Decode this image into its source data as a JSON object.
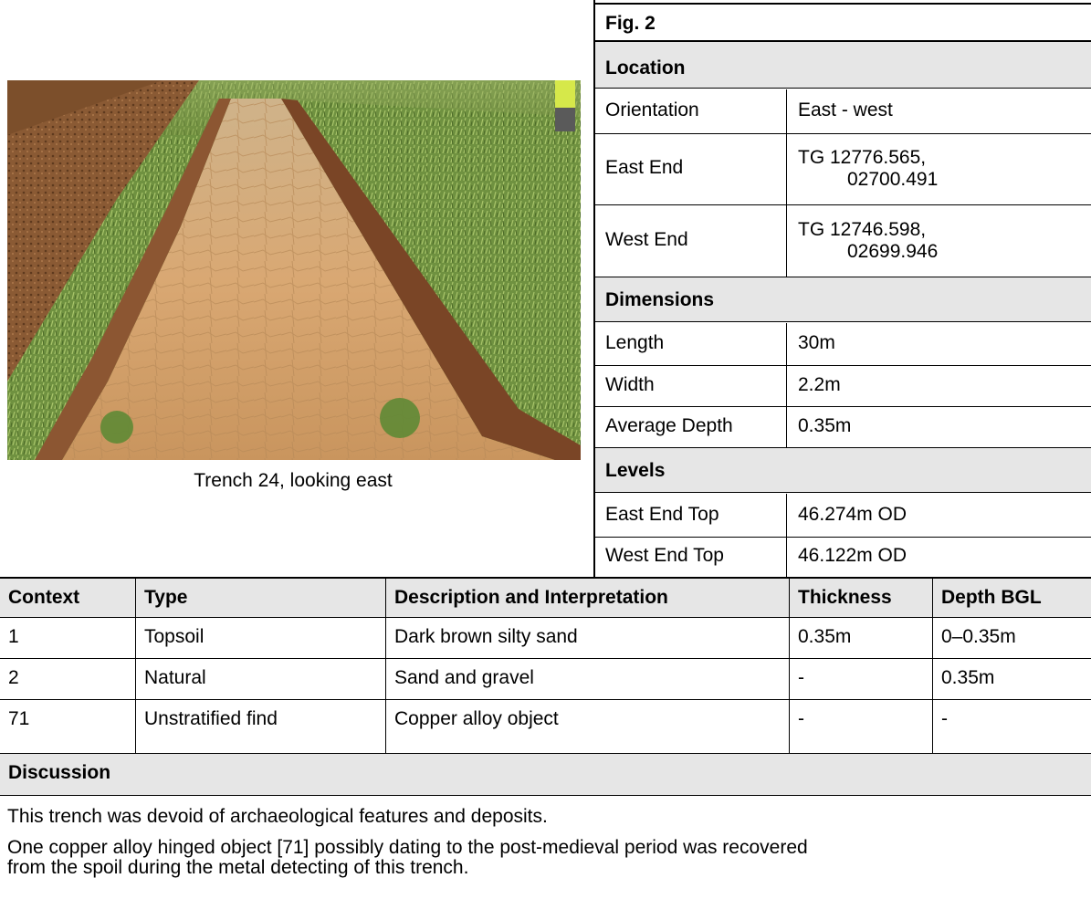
{
  "figure": {
    "caption": "Trench 24, looking east"
  },
  "info": {
    "fig_label": "Fig. 2",
    "location_header": "Location",
    "orientation_label": "Orientation",
    "orientation_value": "East - west",
    "east_end_label": "East End",
    "east_end_value_1": "TG 12776.565,",
    "east_end_value_2": "02700.491",
    "west_end_label": "West End",
    "west_end_value_1": "TG 12746.598,",
    "west_end_value_2": "02699.946",
    "dimensions_header": "Dimensions",
    "length_label": "Length",
    "length_value": "30m",
    "width_label": "Width",
    "width_value": "2.2m",
    "avg_depth_label": "Average Depth",
    "avg_depth_value": "0.35m",
    "levels_header": "Levels",
    "east_top_label": "East End Top",
    "east_top_value": "46.274m OD",
    "west_top_label": "West End Top",
    "west_top_value": "46.122m OD"
  },
  "contexts": {
    "headers": [
      "Context",
      "Type",
      "Description and Interpretation",
      "Thickness",
      "Depth BGL"
    ],
    "rows": [
      [
        "1",
        "Topsoil",
        "Dark brown silty sand",
        "0.35m",
        "0–0.35m"
      ],
      [
        "2",
        "Natural",
        "Sand and gravel",
        "-",
        "0.35m"
      ],
      [
        "71",
        "Unstratified find",
        "Copper alloy object",
        "-",
        "-"
      ]
    ]
  },
  "discussion": {
    "header": "Discussion",
    "p1": "This trench was devoid of archaeological features and deposits.",
    "p2a": "One copper alloy hinged object [71] possibly dating to the post-medieval period was recovered",
    "p2b": "from the spoil during the metal detecting of this trench."
  }
}
